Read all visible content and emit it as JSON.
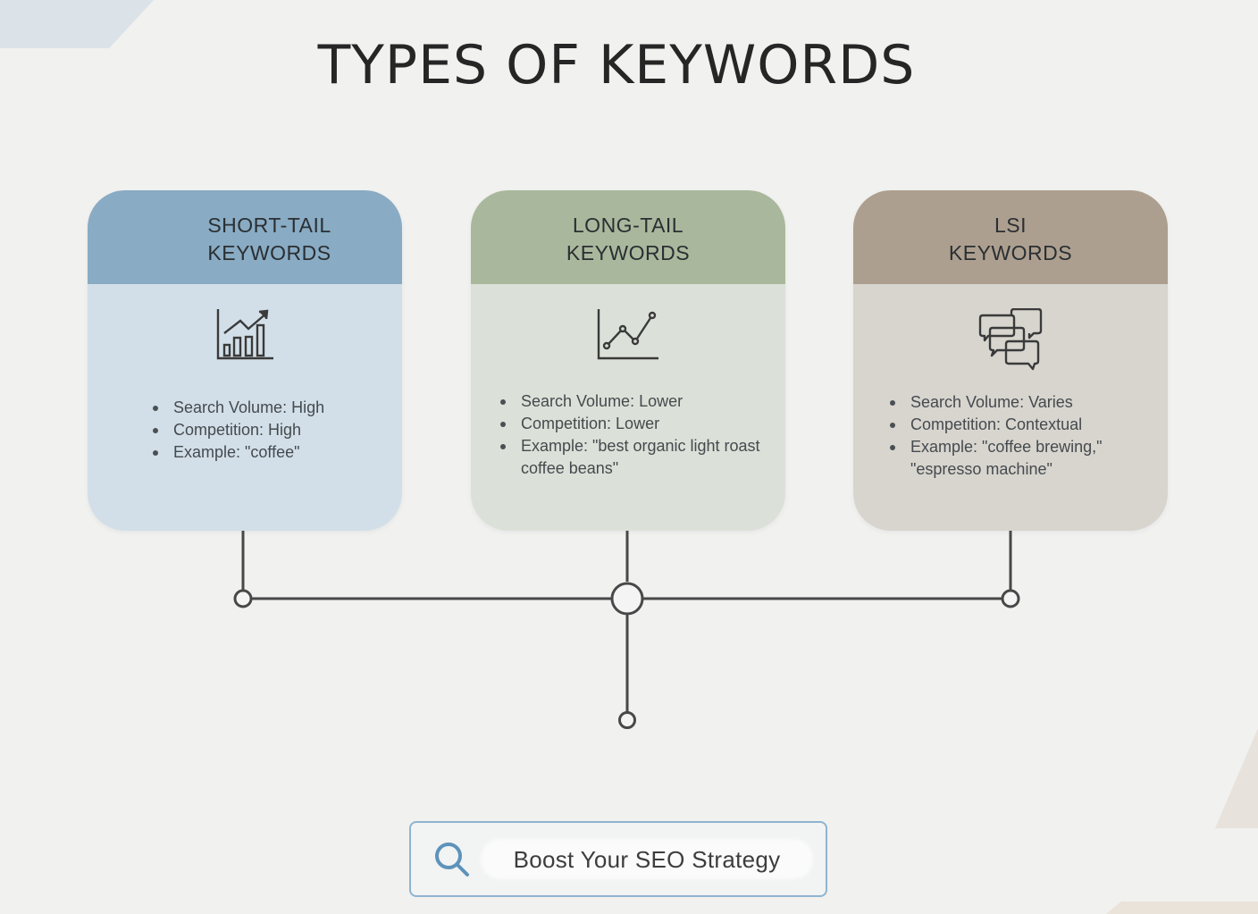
{
  "title": "TYPES OF KEYWORDS",
  "colors": {
    "background": "#f1f1f0",
    "short_tail_header": "#89abc3",
    "short_tail_body": "#d2dfe8",
    "long_tail_header": "#a9b89c",
    "long_tail_body": "#dbe1d8",
    "lsi_header": "#ad9f8f",
    "lsi_body": "#d8d5cf",
    "connector": "#4a4a4a",
    "search_border": "#8fb4d0",
    "search_icon": "#5d93bb"
  },
  "cards": [
    {
      "title_line1": "SHORT-TAIL",
      "title_line2": "KEYWORDS",
      "icon": "bar-chart-trend-icon",
      "items": [
        "Search Volume: High",
        "Competition: High",
        "Example: \"coffee\""
      ]
    },
    {
      "title_line1": "LONG-TAIL",
      "title_line2": "KEYWORDS",
      "icon": "line-chart-icon",
      "items": [
        "Search Volume: Lower",
        "Competition: Lower",
        "Example: \"best organic light roast coffee beans\""
      ]
    },
    {
      "title_line1": "LSI",
      "title_line2": "KEYWORDS",
      "icon": "chat-bubbles-icon",
      "items": [
        "Search Volume: Varies",
        "Competition: Contextual",
        "Example: \"coffee brewing,\" \"espresso machine\""
      ]
    }
  ],
  "search": {
    "icon": "search-icon",
    "label": "Boost Your SEO Strategy"
  }
}
